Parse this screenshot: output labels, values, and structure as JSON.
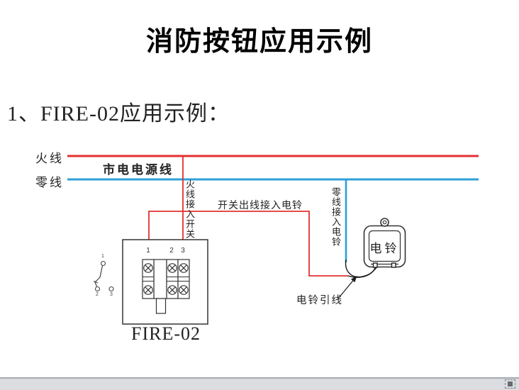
{
  "header": {
    "title": "消防按钮应用示例",
    "section_heading": "1、FIRE-02应用示例："
  },
  "diagram": {
    "labels": {
      "live_wire": "火线",
      "neutral_wire": "零线",
      "mains_power": "市电电源线",
      "live_to_switch": "火线接入开关",
      "switch_output_to_bell": "开关出线接入电铃",
      "neutral_to_bell": "零线接入电铃",
      "bell": "电铃",
      "bell_lead": "电铃引线",
      "device": "FIRE-02"
    },
    "device_terminals": [
      "1",
      "2",
      "3"
    ],
    "switch_contacts": [
      "1",
      "2",
      "3"
    ],
    "colors": {
      "live_wire": "#e23130",
      "neutral_wire": "#2f9fd8",
      "outline": "#333333",
      "lead_wire": "#1a1a1a"
    }
  },
  "statusbar": {
    "icon": "selection-frame-icon"
  }
}
